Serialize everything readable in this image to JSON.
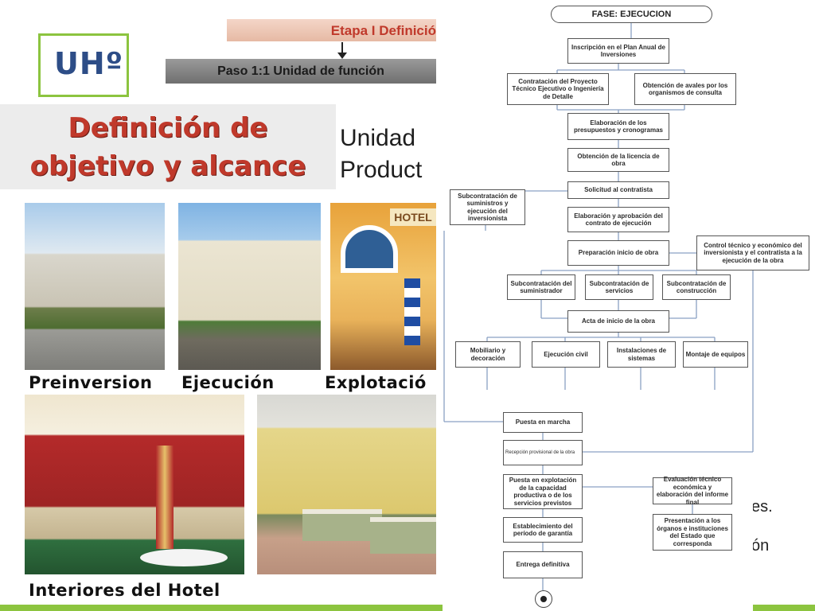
{
  "header": {
    "logo_text": "UHº",
    "etapa": "Etapa I Definició",
    "paso": "Paso 1:1 Unidad de función"
  },
  "title": {
    "line1": "Definición de",
    "line2": "objetivo y alcance",
    "subtitle_line1": "Unidad",
    "subtitle_line2": "Product"
  },
  "captions": {
    "preinversion": "Preinversion",
    "ejecucion": "Ejecución",
    "explotacion": "Explotació",
    "interiores": "Interiores del Hotel"
  },
  "photo_text": {
    "hotel_sign": "HOTEL"
  },
  "side_text": {
    "line1": "es.",
    "line2": "ón"
  },
  "flowchart": {
    "phase": "FASE: EJECUCION",
    "nodes": {
      "inscripcion": "Inscripción en el Plan Anual de Inversiones",
      "contratacion": "Contratación del Proyecto Técnico Ejecutivo o Ingeniería de Detalle",
      "avales": "Obtención de avales por los organismos de consulta",
      "presupuestos": "Elaboración de los presupuestos y cronogramas",
      "licencia": "Obtención de la licencia de obra",
      "solicitud": "Solicitud al contratista",
      "subcontratacion_suministros": "Subcontratación de suministros y ejecución del inversionista",
      "elaboracion_contrato": "Elaboración y aprobación del contrato de ejecución",
      "preparacion": "Preparación inicio de obra",
      "control": "Control técnico y económico del inversionista y el contratista a la ejecución de la obra",
      "sub_suministrador": "Subcontratación del suministrador",
      "sub_servicios": "Subcontratación de servicios",
      "sub_construccion": "Subcontratación de construcción",
      "acta": "Acta de inicio de la obra",
      "mobiliario": "Mobiliario y decoración",
      "civil": "Ejecución civil",
      "instalaciones": "Instalaciones de sistemas",
      "montaje": "Montaje de equipos",
      "puesta_marcha": "Puesta en marcha",
      "recepcion": "Recepción provisional de la obra",
      "puesta_explotacion": "Puesta en explotación de la capacidad productiva o de los servicios previstos",
      "garantia": "Establecimiento del período de garantía",
      "entrega": "Entrega definitiva",
      "evaluacion": "Evaluación técnico económica y elaboración del informe final",
      "presentacion": "Presentación a los órganos e instituciones del Estado que corresponda"
    }
  },
  "colors": {
    "accent_green": "#8cc43f",
    "title_red": "#c0392b",
    "logo_blue": "#2d4d87"
  }
}
